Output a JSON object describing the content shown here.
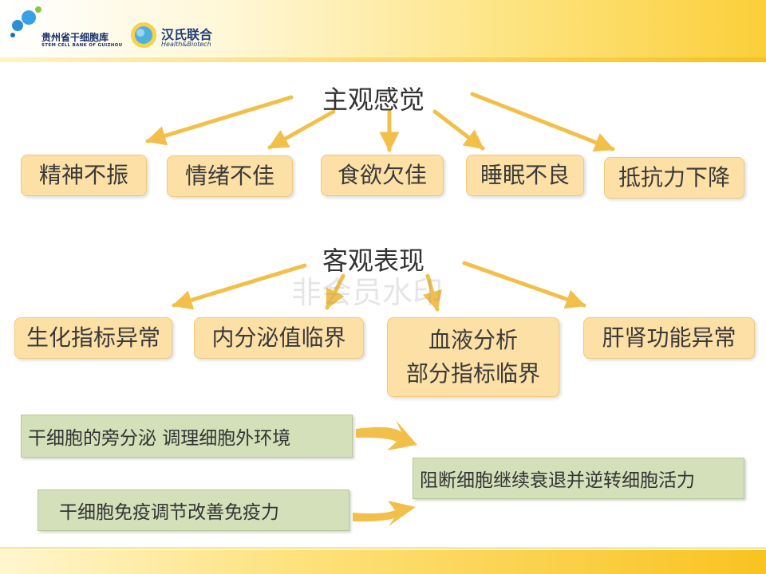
{
  "header": {
    "logo1_cn": "贵州省干细胞库",
    "logo1_en": "STEM CELL BANK OF GUIZHOU",
    "logo2_cn": "汉氏联合",
    "logo2_en": "Health&Biotech"
  },
  "section1": {
    "title": "主观感觉",
    "items": [
      "精神不振",
      "情绪不佳",
      "食欲欠佳",
      "睡眠不良",
      "抵抗力下降"
    ]
  },
  "section2": {
    "title": "客观表现",
    "items": [
      "生化指标异常",
      "内分泌值临界",
      "血液分析",
      "部分指标临界",
      "肝肾功能异常"
    ]
  },
  "section3": {
    "left_top": "干细胞的旁分泌 调理细胞外环境",
    "left_bottom": "干细胞免疫调节改善免疫力",
    "right": "阻断细胞继续衰退并逆转细胞活力"
  },
  "watermark": "非会员水印",
  "colors": {
    "orange_box": "#fde0a6",
    "green_box": "#d3e0b9",
    "arrow": "#f2c04a"
  }
}
